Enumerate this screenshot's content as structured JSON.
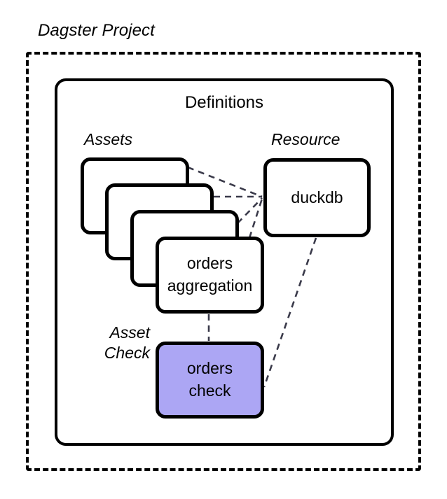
{
  "diagram": {
    "title": "Dagster Project",
    "container": {
      "label": "Definitions"
    },
    "groups": {
      "assets_label": "Assets",
      "resource_label": "Resource",
      "asset_check_label": "Asset\nCheck"
    },
    "nodes": [
      {
        "id": "asset-card-1",
        "label": "",
        "kind": "asset",
        "fill": "#FFFFFF"
      },
      {
        "id": "asset-card-2",
        "label": "",
        "kind": "asset",
        "fill": "#FFFFFF"
      },
      {
        "id": "asset-card-3",
        "label": "",
        "kind": "asset",
        "fill": "#FFFFFF"
      },
      {
        "id": "asset-card-4",
        "label": "orders\naggregation",
        "kind": "asset",
        "fill": "#FFFFFF"
      },
      {
        "id": "resource-node",
        "label": "duckdb",
        "kind": "resource",
        "fill": "#FFFFFF"
      },
      {
        "id": "assetcheck-node",
        "label": "orders\ncheck",
        "kind": "asset-check",
        "fill": "#ACA6F4"
      }
    ],
    "edges": [
      {
        "from": "asset-card-1",
        "to": "resource-node",
        "style": "dashed"
      },
      {
        "from": "asset-card-2",
        "to": "resource-node",
        "style": "dashed"
      },
      {
        "from": "asset-card-3",
        "to": "resource-node",
        "style": "dashed"
      },
      {
        "from": "asset-card-4",
        "to": "resource-node",
        "style": "dashed"
      },
      {
        "from": "asset-card-4",
        "to": "assetcheck-node",
        "style": "dashed"
      },
      {
        "from": "resource-node",
        "to": "assetcheck-node",
        "style": "dashed"
      }
    ],
    "colors": {
      "stroke": "#000000",
      "background": "#FFFFFF",
      "asset_check_fill": "#ACA6F4",
      "edge": "#3A3A4A"
    }
  }
}
